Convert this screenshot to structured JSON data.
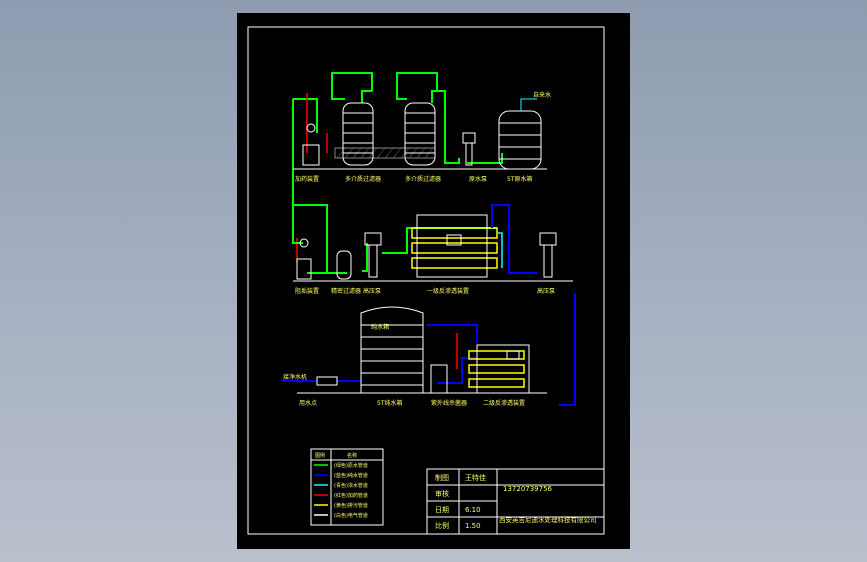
{
  "diagram": {
    "top_labels": {
      "source_water": "自来水",
      "tank_raw": "5T原水箱",
      "pump_raw": "原水泵",
      "carbon_filter": "多介质过滤器",
      "sand_filter": "多介质过滤器",
      "dosing_1": "加药装置"
    },
    "mid_labels": {
      "dosing_2": "阻垢装置",
      "precision_filter": "精密过滤器",
      "hp_pump_1": "高压泵",
      "ro_1": "一级反渗透装置",
      "hp_pump_2": "高压泵"
    },
    "bottom_labels": {
      "outlet": "接净水机",
      "point_of_use": "用水点",
      "tank_pure": "5T纯水箱",
      "uv": "紫外线杀菌器",
      "ro_2": "二级反渗透装置",
      "tank_inner": "纯水箱"
    },
    "legend": {
      "header_symbol": "图例",
      "header_name": "名称",
      "items": [
        {
          "name": "(绿色)原水管道",
          "color": "#00ff00"
        },
        {
          "name": "(蓝色)纯水管道",
          "color": "#0000ff"
        },
        {
          "name": "(青色)浓水管道",
          "color": "#00ffff"
        },
        {
          "name": "(红色)加药管道",
          "color": "#ff0000"
        },
        {
          "name": "(黄色)排污管道",
          "color": "#ffff00"
        },
        {
          "name": "(白色)电气管道",
          "color": "#ffffff"
        }
      ]
    },
    "title_block": {
      "draw_label": "制图",
      "draw_value": "王特佳",
      "phone": "13720739756",
      "check_label": "审核",
      "date_label": "日期",
      "date_value": "6.10",
      "scale_label": "比例",
      "scale_value": "1.50",
      "company": "西安英吉尼迪水处理科技有限公司"
    }
  }
}
